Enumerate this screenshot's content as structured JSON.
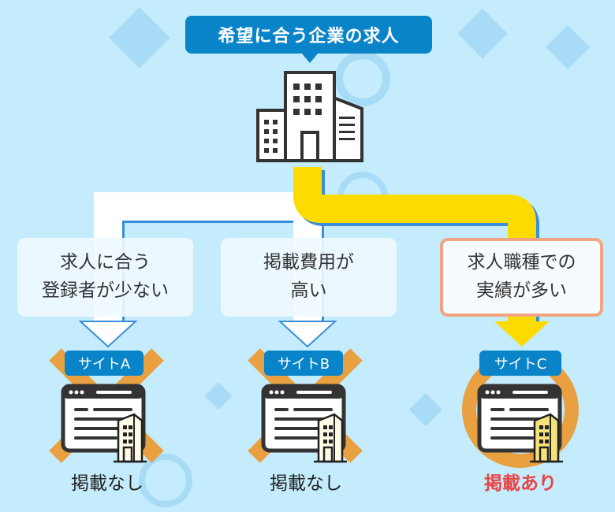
{
  "title": "希望に合う企業の求人",
  "colors": {
    "accent_blue": "#0a84c8",
    "path_yellow": "#fcdc00",
    "mark_orange": "#e8a040",
    "highlight_red": "#e84545"
  },
  "sites": [
    {
      "label": "サイトA",
      "reason_line1": "求人に合う",
      "reason_line2": "登録者が少ない",
      "mark": "cross",
      "result": "掲載なし"
    },
    {
      "label": "サイトB",
      "reason_line1": "掲載費用が",
      "reason_line2": "高い",
      "mark": "cross",
      "result": "掲載なし"
    },
    {
      "label": "サイトC",
      "reason_line1": "求人職種での",
      "reason_line2": "実績が多い",
      "mark": "circle",
      "result": "掲載あり"
    }
  ]
}
